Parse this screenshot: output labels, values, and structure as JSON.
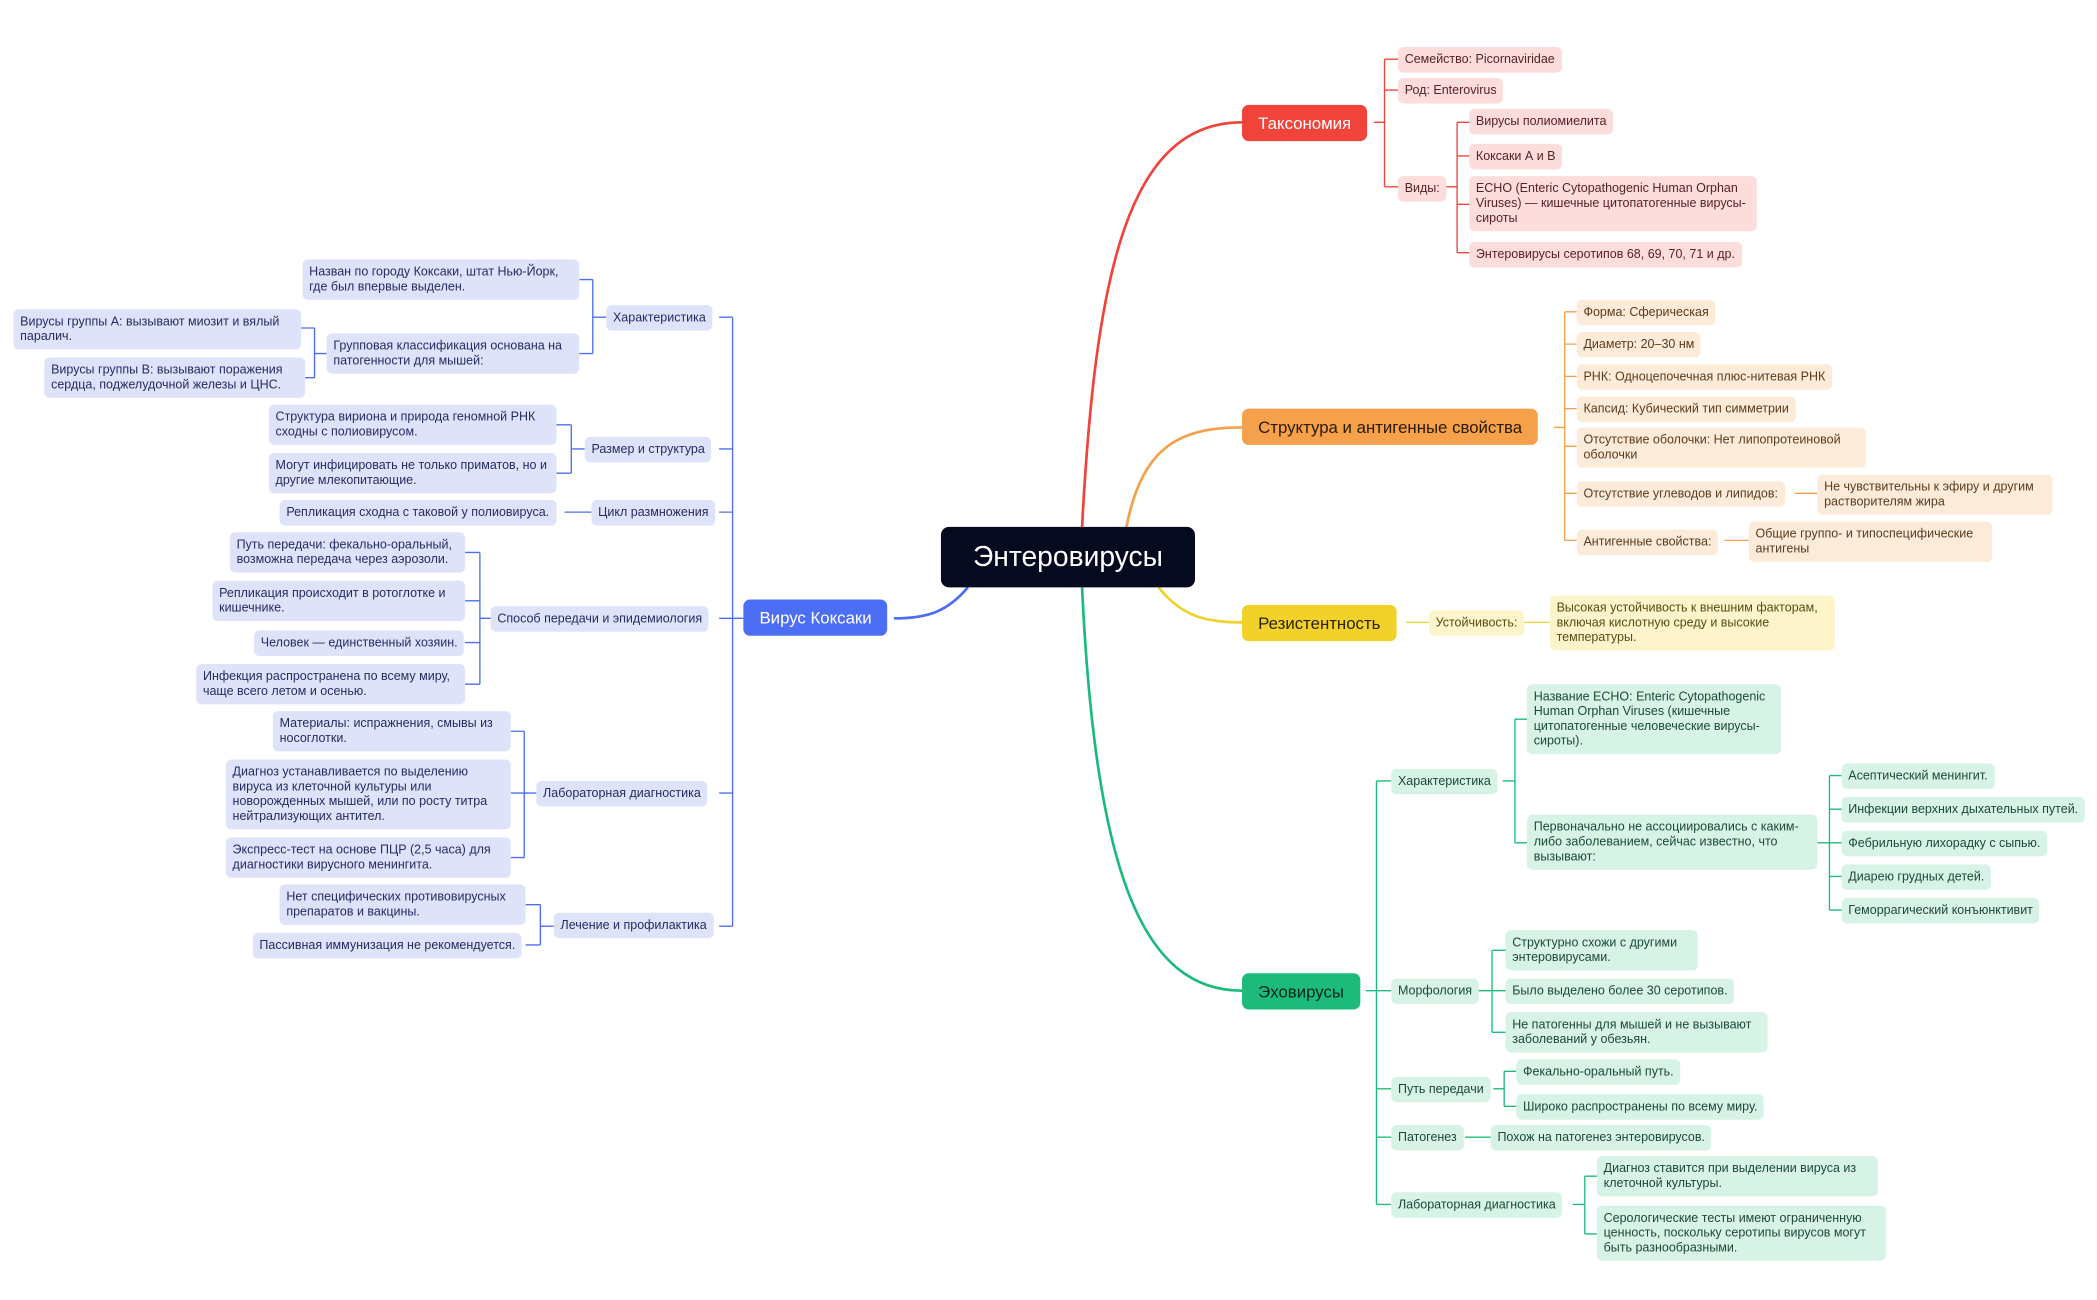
{
  "root": "Энтеровирусы",
  "taxonomy": {
    "title": "Таксономия",
    "family": "Семейство: Picornaviridae",
    "genus": "Род: Enterovirus",
    "species_label": "Виды:",
    "species": [
      "Вирусы полиомиелита",
      "Коксаки А и В",
      "ECHO (Enteric Cytopathogenic Human Orphan Viruses) — кишечные цитопатогенные вирусы-сироты",
      "Энтеровирусы серотипов 68, 69, 70, 71 и др."
    ]
  },
  "structure": {
    "title": "Структура и антигенные свойства",
    "items": [
      "Форма: Сферическая",
      "Диаметр: 20–30 нм",
      "РНК: Одноцепочечная плюс-нитевая РНК",
      "Капсид: Кубический тип симметрии",
      "Отсутствие оболочки: Нет липопротеиновой оболочки"
    ],
    "lipids_label": "Отсутствие углеводов и липидов:",
    "lipids_value": "Не чувствительны к эфиру и другим растворителям жира",
    "antigen_label": "Антигенные свойства:",
    "antigen_value": "Общие группо- и типоспецифические антигены"
  },
  "resistance": {
    "title": "Резистентность",
    "label": "Устойчивость:",
    "value": "Высокая устойчивость к внешним факторам, включая кислотную среду и высокие температуры."
  },
  "echo": {
    "title": "Эховирусы",
    "char_label": "Характеристика",
    "char_name": "Название ECHO: Enteric Cytopathogenic Human Orphan Viruses (кишечные цитопатогенные человеческие вирусы-сироты).",
    "char_diseases": "Первоначально не ассоциировались с каким-либо заболеванием, сейчас известно, что вызывают:",
    "diseases": [
      "Асептический менингит.",
      "Инфекции верхних дыхательных путей.",
      "Фебрильную лихорадку с сыпью.",
      "Диарею грудных детей.",
      "Геморрагический конъюнктивит"
    ],
    "morph_label": "Морфология",
    "morph": [
      "Структурно схожи с другими энтеровирусами.",
      "Было выделено более 30 серотипов.",
      "Не патогенны для мышей и не вызывают заболеваний у обезьян."
    ],
    "route_label": "Путь передачи",
    "route": [
      "Фекально-оральный путь.",
      "Широко распространены по всему миру."
    ],
    "path_label": "Патогенез",
    "path": "Похож на патогенез энтеровирусов.",
    "lab_label": "Лабораторная диагностика",
    "lab": [
      "Диагноз ставится при выделении вируса из клеточной культуры.",
      "Серологические тесты имеют ограниченную ценность, поскольку серотипы вирусов могут быть разнообразными."
    ]
  },
  "coxsackie": {
    "title": "Вирус Коксаки",
    "char_label": "Характеристика",
    "char_named": "Назван по городу Коксаки, штат Нью-Йорк, где был впервые выделен.",
    "char_group": "Групповая классификация основана на патогенности для мышей:",
    "group_a": "Вирусы группы А: вызывают миозит и вялый паралич.",
    "group_b": "Вирусы группы В: вызывают поражения сердца, поджелудочной железы и ЦНС.",
    "size_label": "Размер и структура",
    "size": [
      "Структура вириона и природа геномной РНК сходны с полиовирусом.",
      "Могут инфицировать не только приматов, но и другие млекопитающие."
    ],
    "cycle_label": "Цикл размножения",
    "cycle": "Репликация сходна с таковой у полиовируса.",
    "epi_label": "Способ передачи и эпидемиология",
    "epi": [
      "Путь передачи: фекально-оральный, возможна передача через аэрозоли.",
      "Репликация происходит в ротоглотке и кишечнике.",
      "Человек — единственный хозяин.",
      "Инфекция распространена по всему миру, чаще всего летом и осенью."
    ],
    "lab_label": "Лабораторная диагностика",
    "lab": [
      "Материалы: испражнения, смывы из носоглотки.",
      "Диагноз устанавливается по выделению вируса из клеточной культуры или новорожденных мышей, или по росту титра нейтрализующих антител.",
      "Экспресс-тест на основе ПЦР (2,5 часа) для диагностики вирусного менингита."
    ],
    "treat_label": "Лечение и профилактика",
    "treat": [
      "Нет специфических противовирусных препаратов и вакцины.",
      "Пассивная иммунизация не рекомендуется."
    ]
  },
  "colors": {
    "taxonomy": "#f0443a",
    "structure": "#f5a04a",
    "resistance": "#f2d12a",
    "echo": "#1dbb7b",
    "coxsackie": "#4c6ef5"
  }
}
